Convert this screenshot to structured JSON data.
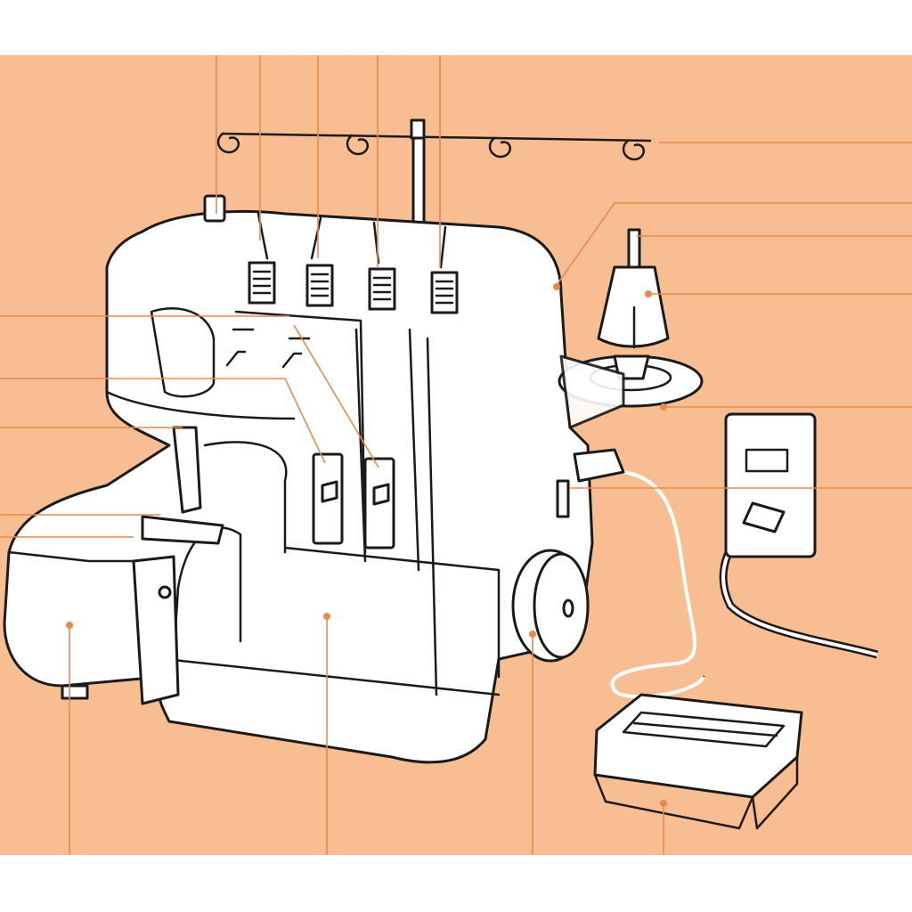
{
  "colors": {
    "background_panel": "#f8bd90",
    "leader_line": "#e9894c",
    "ink": "#1a1a1a",
    "page": "#ffffff"
  },
  "icons": [
    "serger-machine-illustration",
    "thread-stand",
    "spool-holder",
    "power-cord",
    "wall-outlet",
    "foot-controller",
    "handwheel"
  ]
}
